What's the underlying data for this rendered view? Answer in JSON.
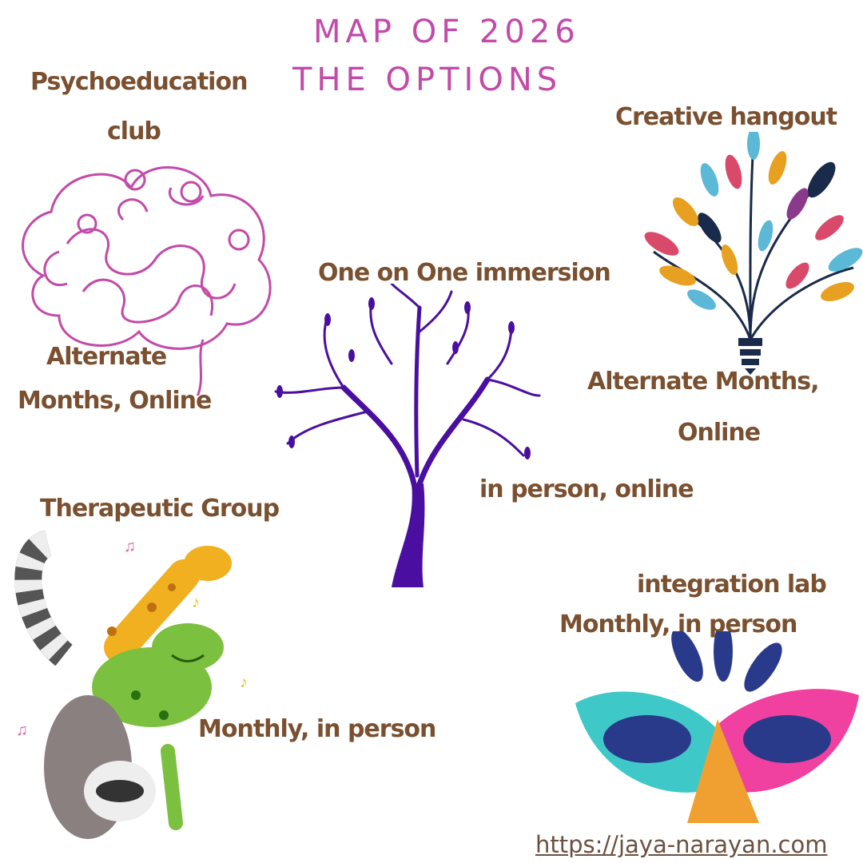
{
  "title": {
    "line1": "MAP OF 2026",
    "line2": "THE OPTIONS"
  },
  "options": {
    "psychoeducation": {
      "name_line1": "Psychoeducation",
      "name_line2": "club",
      "schedule_line1": "Alternate",
      "schedule_line2": "Months, Online",
      "icon": "brain-icon"
    },
    "creative": {
      "name": "Creative hangout",
      "schedule_line1": "Alternate Months,",
      "schedule_line2": "Online",
      "icon": "lightbulb-leaves-icon"
    },
    "one_on_one": {
      "name": "One on One immersion",
      "schedule": "in person, online",
      "icon": "tree-icon"
    },
    "therapeutic": {
      "name": "Therapeutic Group",
      "schedule": "Monthly, in person",
      "icon": "dancing-animals-icon"
    },
    "integration": {
      "name": "integration lab",
      "schedule": "Monthly, in person",
      "icon": "carnival-mask-icon"
    }
  },
  "footer": {
    "url": "https://jaya-narayan.com"
  },
  "colors": {
    "title": "#c24aa8",
    "text": "#7a5030",
    "brain": "#c24aa8",
    "tree": "#4a0fa0"
  }
}
